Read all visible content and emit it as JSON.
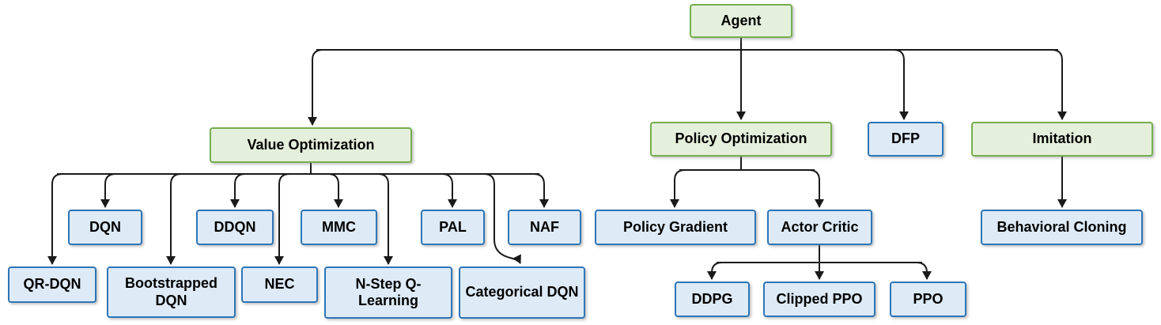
{
  "diagram": {
    "type": "flowchart",
    "colors": {
      "category_fill": "#E5F0DC",
      "category_border": "#76AE4F",
      "algorithm_fill": "#DEEBF7",
      "algorithm_border": "#2E75B6",
      "line": "#1A1A1A",
      "text": "#000000",
      "background": "#FFFFFF"
    },
    "nodes": {
      "agent": {
        "label": "Agent",
        "type": "category"
      },
      "value-optimization": {
        "label": "Value Optimization",
        "type": "category"
      },
      "policy-optimization": {
        "label": "Policy Optimization",
        "type": "category"
      },
      "dfp": {
        "label": "DFP",
        "type": "algorithm"
      },
      "imitation": {
        "label": "Imitation",
        "type": "category"
      },
      "dqn": {
        "label": "DQN",
        "type": "algorithm"
      },
      "ddqn": {
        "label": "DDQN",
        "type": "algorithm"
      },
      "mmc": {
        "label": "MMC",
        "type": "algorithm"
      },
      "pal": {
        "label": "PAL",
        "type": "algorithm"
      },
      "naf": {
        "label": "NAF",
        "type": "algorithm"
      },
      "qr-dqn": {
        "label": "QR-DQN",
        "type": "algorithm"
      },
      "bootstrapped-dqn": {
        "label": "Bootstrapped DQN",
        "type": "algorithm"
      },
      "nec": {
        "label": "NEC",
        "type": "algorithm"
      },
      "n-step-q-learning": {
        "label": "N-Step Q-Learning",
        "type": "algorithm"
      },
      "categorical-dqn": {
        "label": "Categorical DQN",
        "type": "algorithm"
      },
      "policy-gradient": {
        "label": "Policy Gradient",
        "type": "algorithm"
      },
      "actor-critic": {
        "label": "Actor Critic",
        "type": "algorithm"
      },
      "behavioral-cloning": {
        "label": "Behavioral Cloning",
        "type": "algorithm"
      },
      "ddpg": {
        "label": "DDPG",
        "type": "algorithm"
      },
      "clipped-ppo": {
        "label": "Clipped PPO",
        "type": "algorithm"
      },
      "ppo": {
        "label": "PPO",
        "type": "algorithm"
      }
    },
    "edges": [
      {
        "from": "agent",
        "to": "value-optimization"
      },
      {
        "from": "agent",
        "to": "policy-optimization"
      },
      {
        "from": "agent",
        "to": "dfp"
      },
      {
        "from": "agent",
        "to": "imitation"
      },
      {
        "from": "value-optimization",
        "to": "qr-dqn"
      },
      {
        "from": "value-optimization",
        "to": "dqn"
      },
      {
        "from": "value-optimization",
        "to": "bootstrapped-dqn"
      },
      {
        "from": "value-optimization",
        "to": "ddqn"
      },
      {
        "from": "value-optimization",
        "to": "nec"
      },
      {
        "from": "value-optimization",
        "to": "mmc"
      },
      {
        "from": "value-optimization",
        "to": "n-step-q-learning"
      },
      {
        "from": "value-optimization",
        "to": "pal"
      },
      {
        "from": "value-optimization",
        "to": "categorical-dqn"
      },
      {
        "from": "value-optimization",
        "to": "naf"
      },
      {
        "from": "policy-optimization",
        "to": "policy-gradient"
      },
      {
        "from": "policy-optimization",
        "to": "actor-critic"
      },
      {
        "from": "actor-critic",
        "to": "ddpg"
      },
      {
        "from": "actor-critic",
        "to": "clipped-ppo"
      },
      {
        "from": "actor-critic",
        "to": "ppo"
      },
      {
        "from": "imitation",
        "to": "behavioral-cloning"
      }
    ]
  }
}
